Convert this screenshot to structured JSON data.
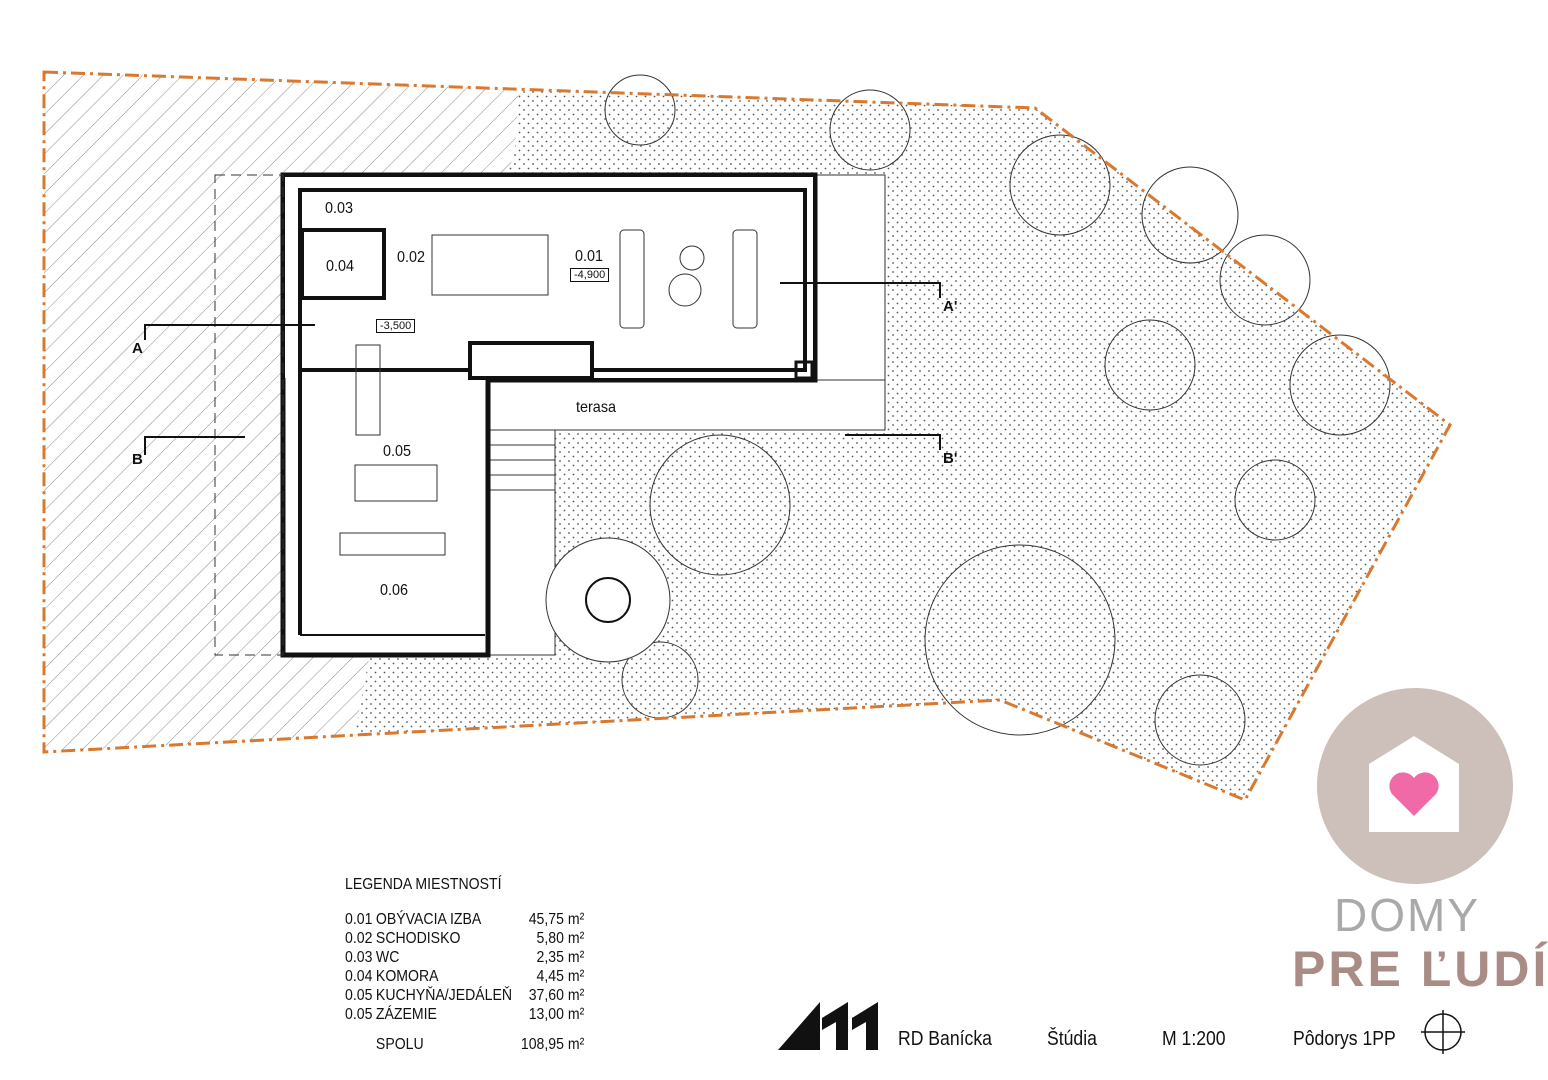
{
  "plan": {
    "rooms": [
      {
        "id": "0.01",
        "level": "-4,900"
      },
      {
        "id": "0.02"
      },
      {
        "id": "0.03"
      },
      {
        "id": "0.04"
      },
      {
        "id": "0.05",
        "level": "-3,500"
      },
      {
        "id": "0.06"
      }
    ],
    "terrace_label": "terasa",
    "section_marks": [
      "A",
      "A'",
      "B",
      "B'"
    ],
    "colors": {
      "boundary": "#d9782f",
      "walls": "#111111",
      "hatch": "#888888",
      "logo_circle": "#cdbfb9",
      "logo_heart": "#f06aa8"
    }
  },
  "legend": {
    "title": "LEGENDA  MIESTNOSTÍ",
    "rows": [
      {
        "no": "0.01",
        "name": "OBÝVACIA IZBA",
        "area": "45,75 m²"
      },
      {
        "no": "0.02",
        "name": "SCHODISKO",
        "area": "5,80 m²"
      },
      {
        "no": "0.03",
        "name": "WC",
        "area": "2,35 m²"
      },
      {
        "no": "0.04",
        "name": "KOMORA",
        "area": "4,45 m²"
      },
      {
        "no": "0.05",
        "name": "KUCHYŇA/JEDÁLEŇ",
        "area": "37,60 m²"
      },
      {
        "no": "0.05",
        "name": "ZÁZEMIE",
        "area": "13,00 m²"
      }
    ],
    "total_label": "SPOLU",
    "total_area": "108,95 m²"
  },
  "titleblock": {
    "project": "RD Banícka",
    "phase": "Štúdia",
    "scale": "M 1:200",
    "drawing": "Pôdorys 1PP",
    "north_icon": "north-arrow-crosshair-icon"
  },
  "watermark": {
    "line1": "DOMY",
    "line2": "PRE ĽUDÍ",
    "icon": "house-heart-icon"
  }
}
